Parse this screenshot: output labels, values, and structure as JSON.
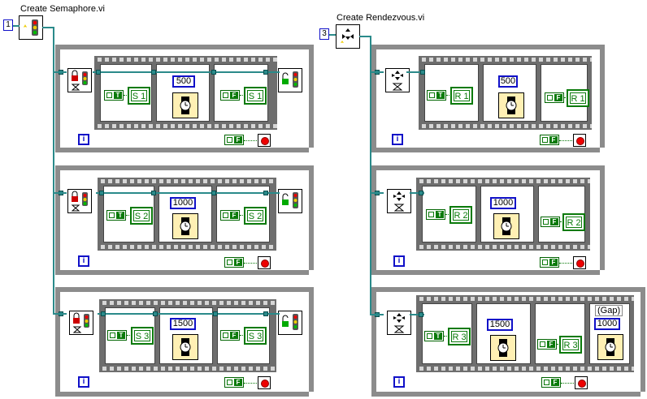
{
  "left": {
    "vi_label": "Create Semaphore.vi",
    "count_constant": "1",
    "loops": [
      {
        "name_value": "S 1",
        "wait_ms": "500"
      },
      {
        "name_value": "S 2",
        "wait_ms": "1000"
      },
      {
        "name_value": "S 3",
        "wait_ms": "1500"
      }
    ]
  },
  "right": {
    "vi_label": "Create Rendezvous.vi",
    "count_constant": "3",
    "loops": [
      {
        "name_value": "R 1",
        "wait_ms": "500"
      },
      {
        "name_value": "R 2",
        "wait_ms": "1000"
      },
      {
        "name_value": "R 3",
        "wait_ms": "1500",
        "gap_label": "(Gap)",
        "gap_wait_ms": "1000"
      }
    ]
  },
  "true_label": "T",
  "false_label": "F",
  "iteration_label": "i",
  "icons": {
    "create_semaphore": "traffic-light-create-icon",
    "acquire_semaphore": "lock-traffic-light-icon",
    "release_semaphore": "unlock-traffic-light-icon",
    "create_rendezvous": "arrows-converge-create-icon",
    "wait_at_rendezvous": "arrows-converge-hourglass-icon",
    "wait_ms": "wristwatch-icon",
    "stop": "stop-button-icon"
  },
  "colors": {
    "wire": "#2a8a8a",
    "boolean": "#0a7a0a",
    "numeric": "#1010c8",
    "loop_border": "#8c8c8c"
  }
}
